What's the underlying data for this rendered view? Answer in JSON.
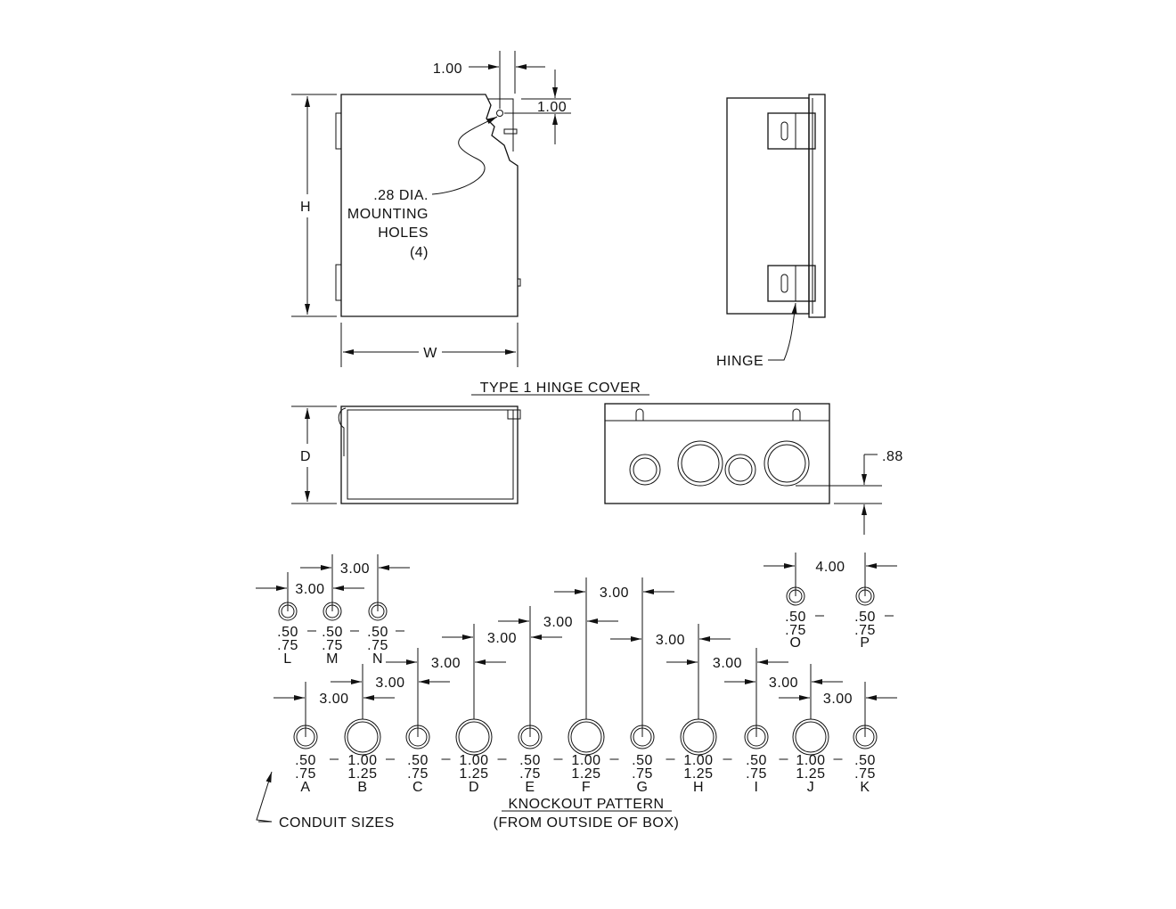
{
  "front_view": {
    "dim_width": "W",
    "dim_height": "H",
    "dim_hole_x": "1.00",
    "dim_hole_y": "1.00",
    "note_lines": [
      ".28 DIA.",
      "MOUNTING",
      "HOLES",
      "(4)"
    ]
  },
  "side_view": {
    "hinge_label": "HINGE"
  },
  "title_hinge_cover": "TYPE 1 HINGE COVER",
  "top_view": {
    "dim_depth": "D"
  },
  "bottom_view": {
    "dim_offset": ".88"
  },
  "knockout_pattern": {
    "title": "KNOCKOUT PATTERN",
    "subtitle": "(FROM OUTSIDE OF BOX)",
    "conduit_label": "CONDUIT SIZES",
    "spacing": "3.00",
    "spacing_op": "4.00",
    "bottom_row": [
      {
        "letter": "A",
        "sizes": [
          ".50",
          ".75"
        ]
      },
      {
        "letter": "B",
        "sizes": [
          "1.00",
          "1.25"
        ]
      },
      {
        "letter": "C",
        "sizes": [
          ".50",
          ".75"
        ]
      },
      {
        "letter": "D",
        "sizes": [
          "1.00",
          "1.25"
        ]
      },
      {
        "letter": "E",
        "sizes": [
          ".50",
          ".75"
        ]
      },
      {
        "letter": "F",
        "sizes": [
          "1.00",
          "1.25"
        ]
      },
      {
        "letter": "G",
        "sizes": [
          ".50",
          ".75"
        ]
      },
      {
        "letter": "H",
        "sizes": [
          "1.00",
          "1.25"
        ]
      },
      {
        "letter": "I",
        "sizes": [
          ".50",
          ".75"
        ]
      },
      {
        "letter": "J",
        "sizes": [
          "1.00",
          "1.25"
        ]
      },
      {
        "letter": "K",
        "sizes": [
          ".50",
          ".75"
        ]
      }
    ],
    "top_row_left": [
      {
        "letter": "L",
        "sizes": [
          ".50",
          ".75"
        ]
      },
      {
        "letter": "M",
        "sizes": [
          ".50",
          ".75"
        ]
      },
      {
        "letter": "N",
        "sizes": [
          ".50",
          ".75"
        ]
      }
    ],
    "top_row_right": [
      {
        "letter": "O",
        "sizes": [
          ".50",
          ".75"
        ]
      },
      {
        "letter": "P",
        "sizes": [
          ".50",
          ".75"
        ]
      }
    ]
  }
}
